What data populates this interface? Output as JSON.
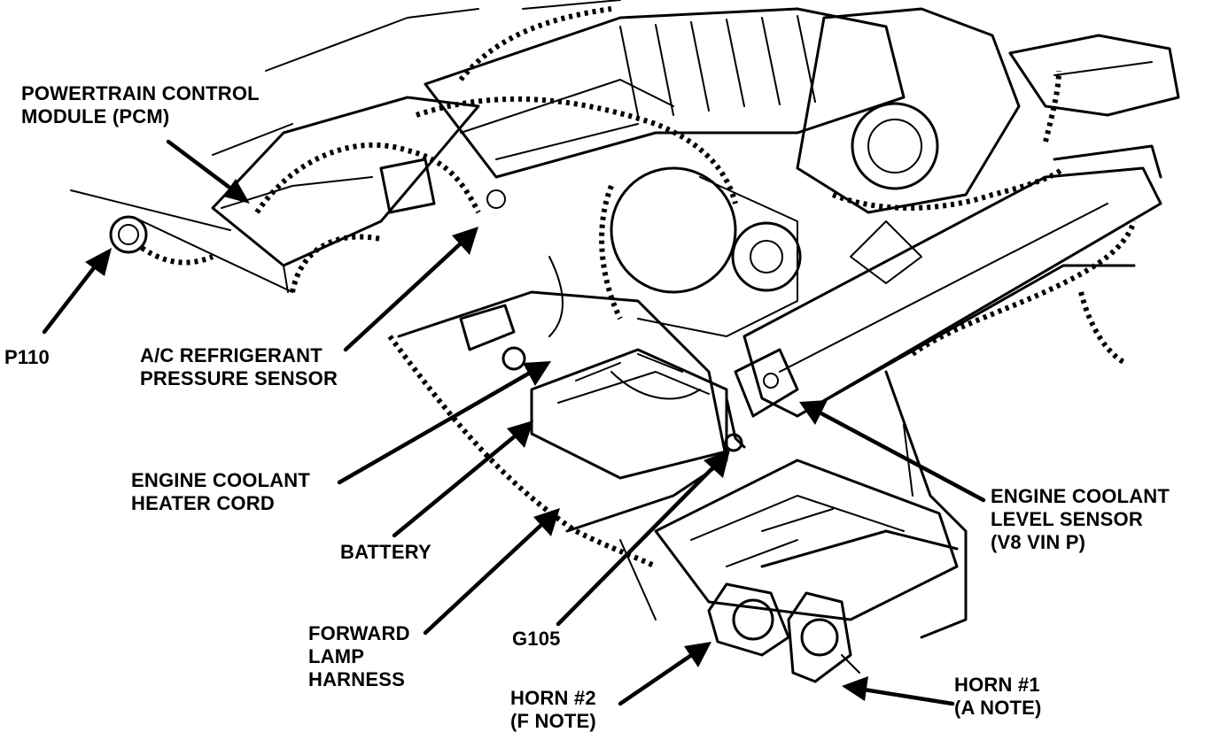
{
  "callouts": [
    {
      "id": "pcm",
      "name": "callout-pcm",
      "lines": [
        "POWERTRAIN CONTROL",
        "MODULE (PCM)"
      ]
    },
    {
      "id": "p110",
      "name": "callout-p110",
      "lines": [
        "P110"
      ]
    },
    {
      "id": "ac",
      "name": "callout-ac-refrigerant-pressure-sensor",
      "lines": [
        "A/C REFRIGERANT",
        "PRESSURE SENSOR"
      ]
    },
    {
      "id": "heater",
      "name": "callout-engine-coolant-heater-cord",
      "lines": [
        "ENGINE COOLANT",
        "HEATER CORD"
      ]
    },
    {
      "id": "battery",
      "name": "callout-battery",
      "lines": [
        "BATTERY"
      ]
    },
    {
      "id": "harness",
      "name": "callout-forward-lamp-harness",
      "lines": [
        "FORWARD",
        "LAMP",
        "HARNESS"
      ]
    },
    {
      "id": "g105",
      "name": "callout-g105",
      "lines": [
        "G105"
      ]
    },
    {
      "id": "level",
      "name": "callout-engine-coolant-level-sensor",
      "lines": [
        "ENGINE COOLANT",
        "LEVEL SENSOR",
        "(V8 VIN P)"
      ]
    },
    {
      "id": "horn2",
      "name": "callout-horn-2",
      "lines": [
        "HORN #2",
        "(F NOTE)"
      ]
    },
    {
      "id": "horn1",
      "name": "callout-horn-1",
      "lines": [
        "HORN #1",
        "(A NOTE)"
      ]
    }
  ]
}
